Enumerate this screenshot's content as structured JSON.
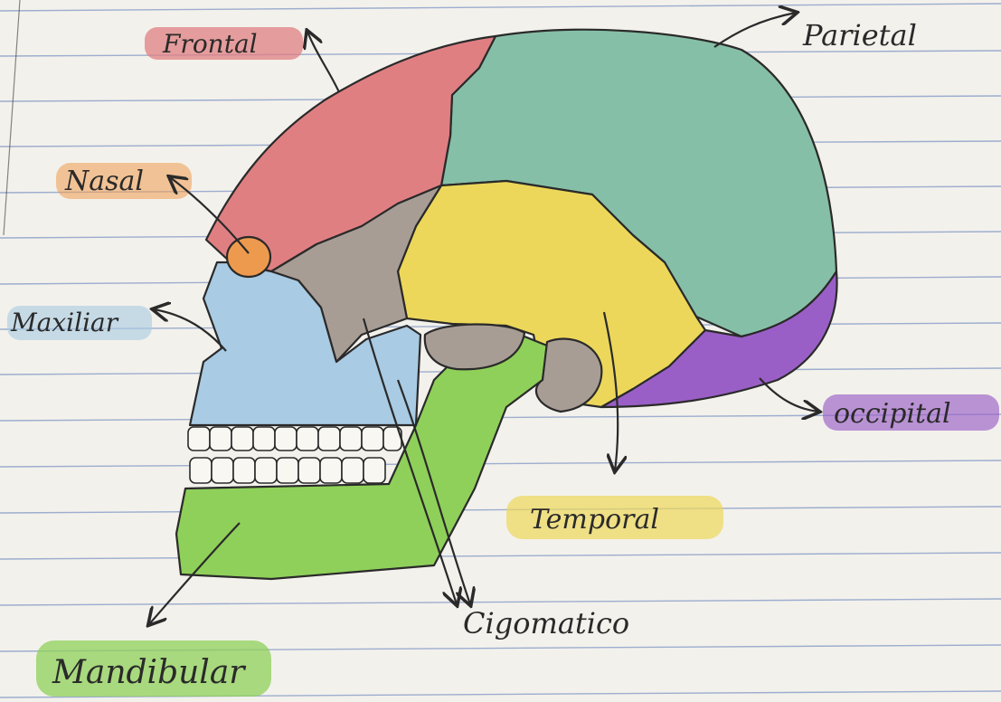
{
  "labels": {
    "frontal": "Frontal",
    "parietal": "Parietal",
    "nasal": "Nasal",
    "maxiliar": "Maxiliar",
    "occipital": "occipital",
    "temporal": "Temporal",
    "cigomatico": "Cigomatico",
    "mandibular": "Mandibular"
  },
  "colors": {
    "paper": "#f3f1ec",
    "rule": "#7f97c4",
    "frontal": "#e07f82",
    "parietal": "#86bfa7",
    "nasal": "#ee9a4e",
    "maxiliar": "#a9cbe3",
    "occipital": "#9a5fc7",
    "temporal": "#ecd75a",
    "cigomatico": "#a89d95",
    "mandibular": "#8fd05a",
    "ink": "#2a2a2a"
  }
}
